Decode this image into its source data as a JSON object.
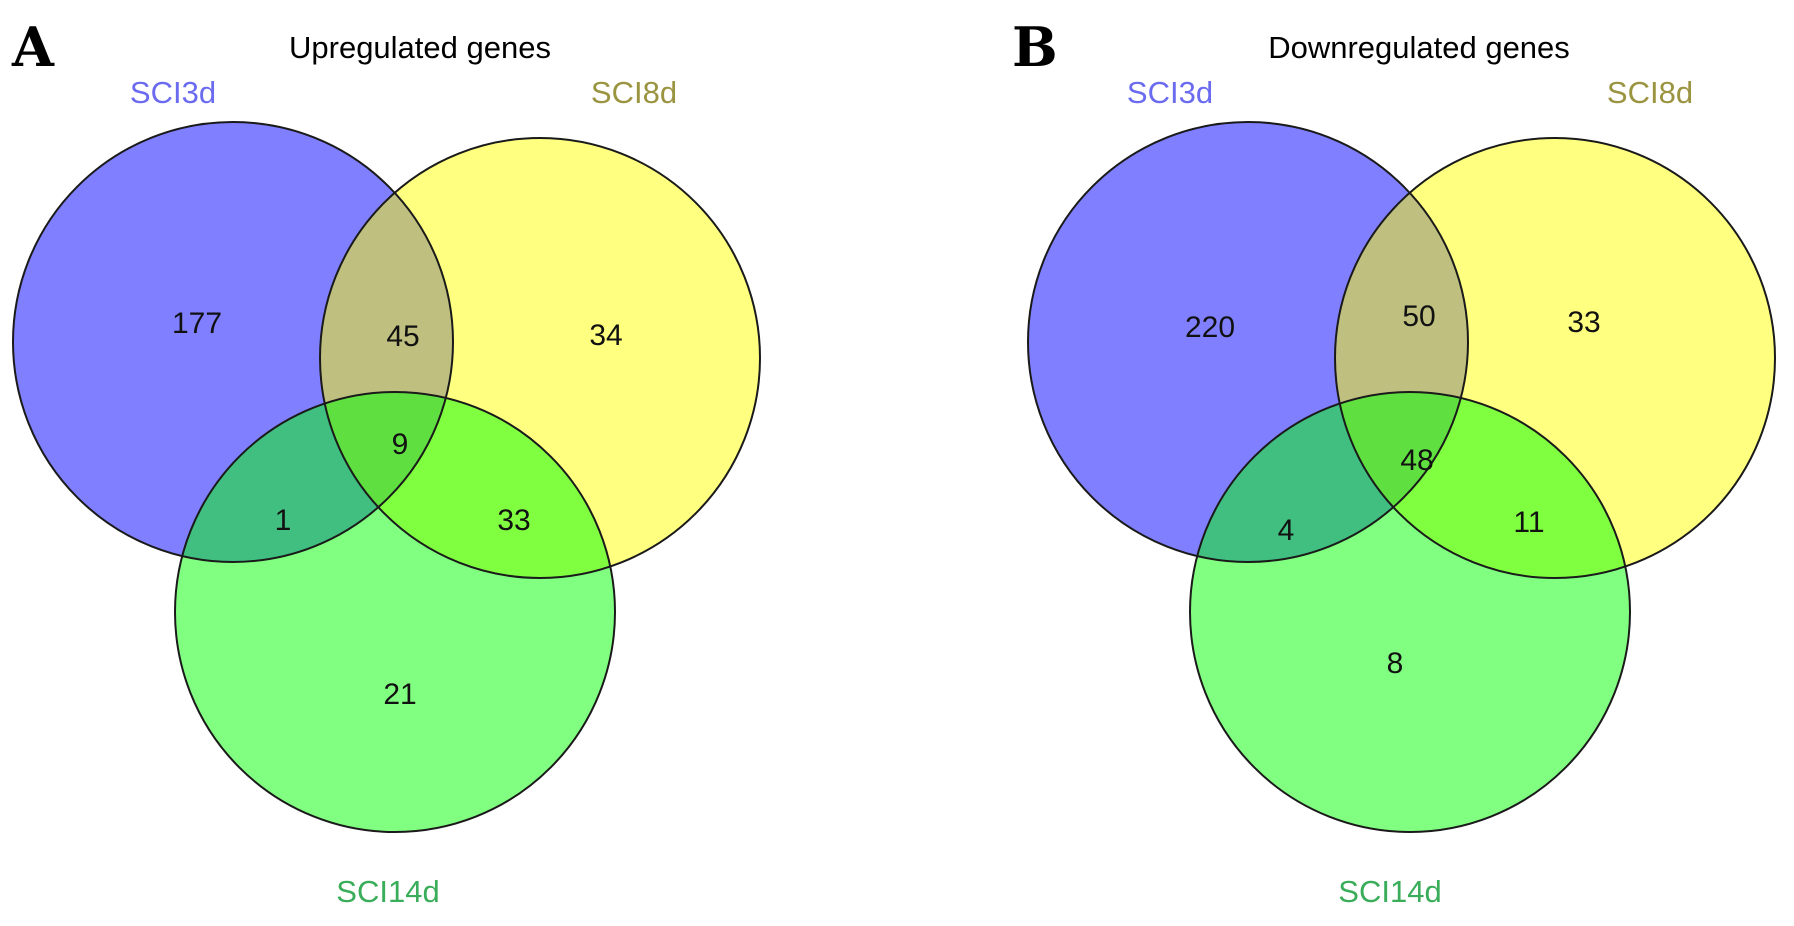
{
  "colors": {
    "set_a": "#7f7fff",
    "set_b": "#ffff80",
    "set_c": "#80ff80",
    "ab": "#bfbf80",
    "ac": "#40bf80",
    "bc": "#80ff40",
    "abc": "#60df40",
    "label_a": "#6b6bf0",
    "label_b": "#9a9440",
    "label_c": "#3aad5a"
  },
  "panels": [
    {
      "letter": "A",
      "title": "Upregulated genes",
      "labels": {
        "a": "SCI3d",
        "b": "SCI8d",
        "c": "SCI14d"
      },
      "counts": {
        "a_only": "177",
        "b_only": "34",
        "c_only": "21",
        "ab": "45",
        "ac": "1",
        "bc": "33",
        "abc": "9"
      }
    },
    {
      "letter": "B",
      "title": "Downregulated genes",
      "labels": {
        "a": "SCI3d",
        "b": "SCI8d",
        "c": "SCI14d"
      },
      "counts": {
        "a_only": "220",
        "b_only": "33",
        "c_only": "8",
        "ab": "50",
        "ac": "4",
        "bc": "11",
        "abc": "48"
      }
    }
  ]
}
